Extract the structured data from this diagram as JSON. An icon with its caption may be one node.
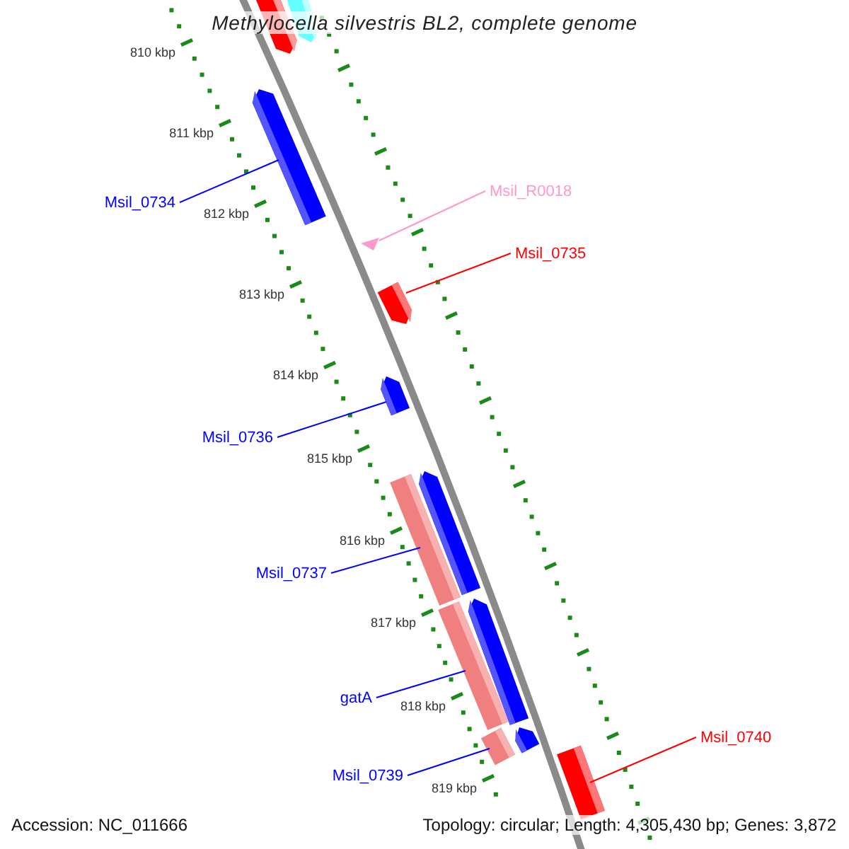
{
  "diagram": {
    "title": "Methylocella silvestris BL2, complete genome",
    "nodes": [
      {
        "text": [],
        "shape": "bar"
      },
      {
        "text": [],
        "shape": "bar"
      },
      {
        "text": [
          "Msil_0734"
        ]
      },
      {
        "text": [],
        "shape": "bar"
      },
      {
        "text": [
          "Msil_R0018"
        ]
      },
      {
        "text": [],
        "shape": "triangle"
      },
      {
        "text": [
          "Msil_0735"
        ]
      },
      {
        "text": [],
        "shape": "bar"
      },
      {
        "text": [
          "Msil_0736"
        ]
      },
      {
        "text": [],
        "shape": "bar"
      },
      {
        "text": [],
        "shape": "bar"
      },
      {
        "text": [],
        "shape": "bar"
      },
      {
        "text": [
          "Msil_0737"
        ]
      },
      {
        "text": [],
        "shape": "bar"
      },
      {
        "text": [],
        "shape": "bar"
      },
      {
        "text": [
          "gatA"
        ]
      },
      {
        "text": [],
        "shape": "bar"
      },
      {
        "text": [],
        "shape": "bar"
      },
      {
        "text": [
          "Msil_0739"
        ]
      },
      {
        "text": [
          "Msil_0740"
        ]
      },
      {
        "text": [],
        "shape": "bar"
      }
    ],
    "edges": [
      {
        "from": 2,
        "to": 3,
        "arrow": "none"
      },
      {
        "from": 4,
        "to": 5,
        "arrow": "none",
        "color": "#ff99cc"
      },
      {
        "from": 6,
        "to": 7,
        "arrow": "none",
        "color": "#ff0000"
      },
      {
        "from": 8,
        "to": 9,
        "arrow": "none"
      },
      {
        "from": 12,
        "to": 10,
        "arrow": "none"
      },
      {
        "from": 15,
        "to": 13,
        "arrow": "none"
      },
      {
        "from": 18,
        "to": 16,
        "arrow": "none"
      },
      {
        "from": 19,
        "to": 20,
        "arrow": "none",
        "color": "#ff0000"
      }
    ],
    "labels": [
      "810 kbp",
      "811 kbp",
      "812 kbp",
      "813 kbp",
      "814 kbp",
      "815 kbp",
      "816 kbp",
      "817 kbp",
      "818 kbp",
      "819 kbp",
      "Accession: NC_011666",
      "Topology: circular; Length: 4,305,430 bp; Genes: 3,872"
    ]
  }
}
